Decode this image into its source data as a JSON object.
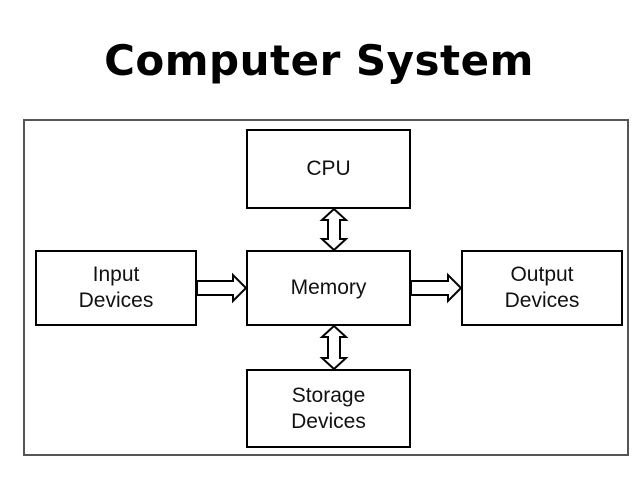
{
  "title": "Computer System",
  "nodes": {
    "cpu": {
      "lines": [
        "CPU"
      ]
    },
    "memory": {
      "lines": [
        "Memory"
      ]
    },
    "input": {
      "lines": [
        "Input",
        "Devices"
      ]
    },
    "output": {
      "lines": [
        "Output",
        "Devices"
      ]
    },
    "storage": {
      "lines": [
        "Storage",
        "Devices"
      ]
    }
  },
  "edges": [
    {
      "from": "input",
      "to": "memory",
      "style": "hollow-arrow"
    },
    {
      "from": "memory",
      "to": "output",
      "style": "hollow-arrow"
    },
    {
      "from": "cpu",
      "to": "memory",
      "style": "hollow-double-arrow"
    },
    {
      "from": "memory",
      "to": "storage",
      "style": "hollow-double-arrow"
    }
  ],
  "colors": {
    "line": "#000000",
    "frame": "#555555",
    "background": "#ffffff"
  }
}
